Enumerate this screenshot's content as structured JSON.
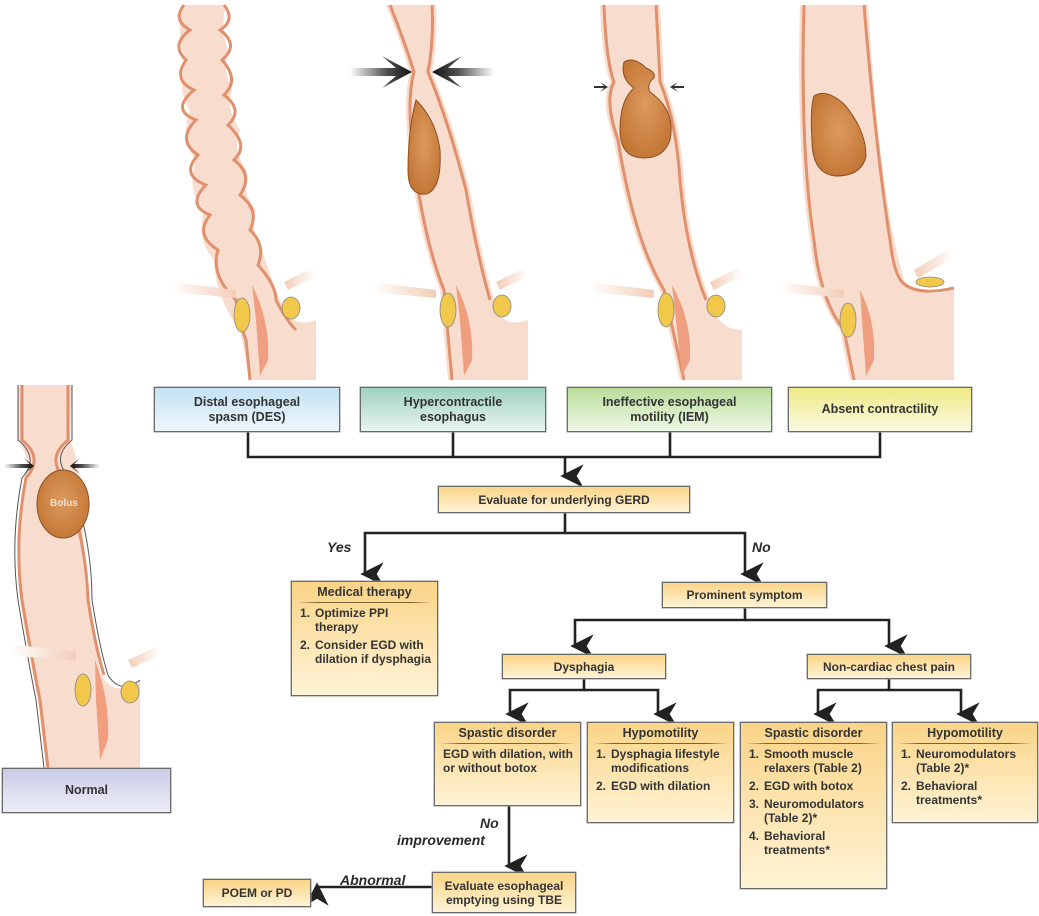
{
  "illustrations": {
    "bolus_label": "Bolus"
  },
  "categories": [
    {
      "id": "des",
      "label": "Distal esophageal spasm (DES)",
      "color": "#c4e2f3"
    },
    {
      "id": "hyper",
      "label": "Hypercontractile esophagus",
      "color": "#9fd2c0"
    },
    {
      "id": "iem",
      "label": "Ineffective esophageal motility (IEM)",
      "color": "#b9dd9a"
    },
    {
      "id": "absent",
      "label": "Absent contractility",
      "color": "#eeea86"
    },
    {
      "id": "normal",
      "label": "Normal",
      "color": "#c9cbe6"
    }
  ],
  "flow": {
    "evaluate_gerd": "Evaluate for underlying GERD",
    "yes_label": "Yes",
    "no_label": "No",
    "medical_therapy": {
      "title": "Medical therapy",
      "items": [
        "Optimize PPI therapy",
        "Consider EGD with dilation if dysphagia"
      ]
    },
    "prominent_symptom": "Prominent symptom",
    "dysphagia": "Dysphagia",
    "chest_pain": "Non-cardiac chest pain",
    "dysphagia_spastic": {
      "title": "Spastic disorder",
      "text": "EGD with dilation, with or without botox"
    },
    "dysphagia_hypo": {
      "title": "Hypomotility",
      "items": [
        "Dysphagia lifestyle modifications",
        "EGD with dilation"
      ]
    },
    "chest_spastic": {
      "title": "Spastic disorder",
      "items": [
        "Smooth muscle relaxers (Table 2)",
        "EGD with botox",
        "Neuromodulators (Table 2)*",
        "Behavioral treatments*"
      ]
    },
    "chest_hypo": {
      "title": "Hypomotility",
      "items": [
        "Neuromodulators (Table 2)*",
        "Behavioral treatments*"
      ]
    },
    "no_improvement": "No improvement",
    "no_improvement_l1": "No",
    "no_improvement_l2": "improvement",
    "evaluate_tbe": "Evaluate esophageal emptying using TBE",
    "abnormal_label": "Abnormal",
    "poem": "POEM or PD"
  },
  "colors": {
    "tissue": "#f8dccd",
    "muscle": "#e0906c",
    "bolus": "#c97a3a",
    "sphincter": "#f2c84b",
    "box_orange": "#fad487"
  }
}
